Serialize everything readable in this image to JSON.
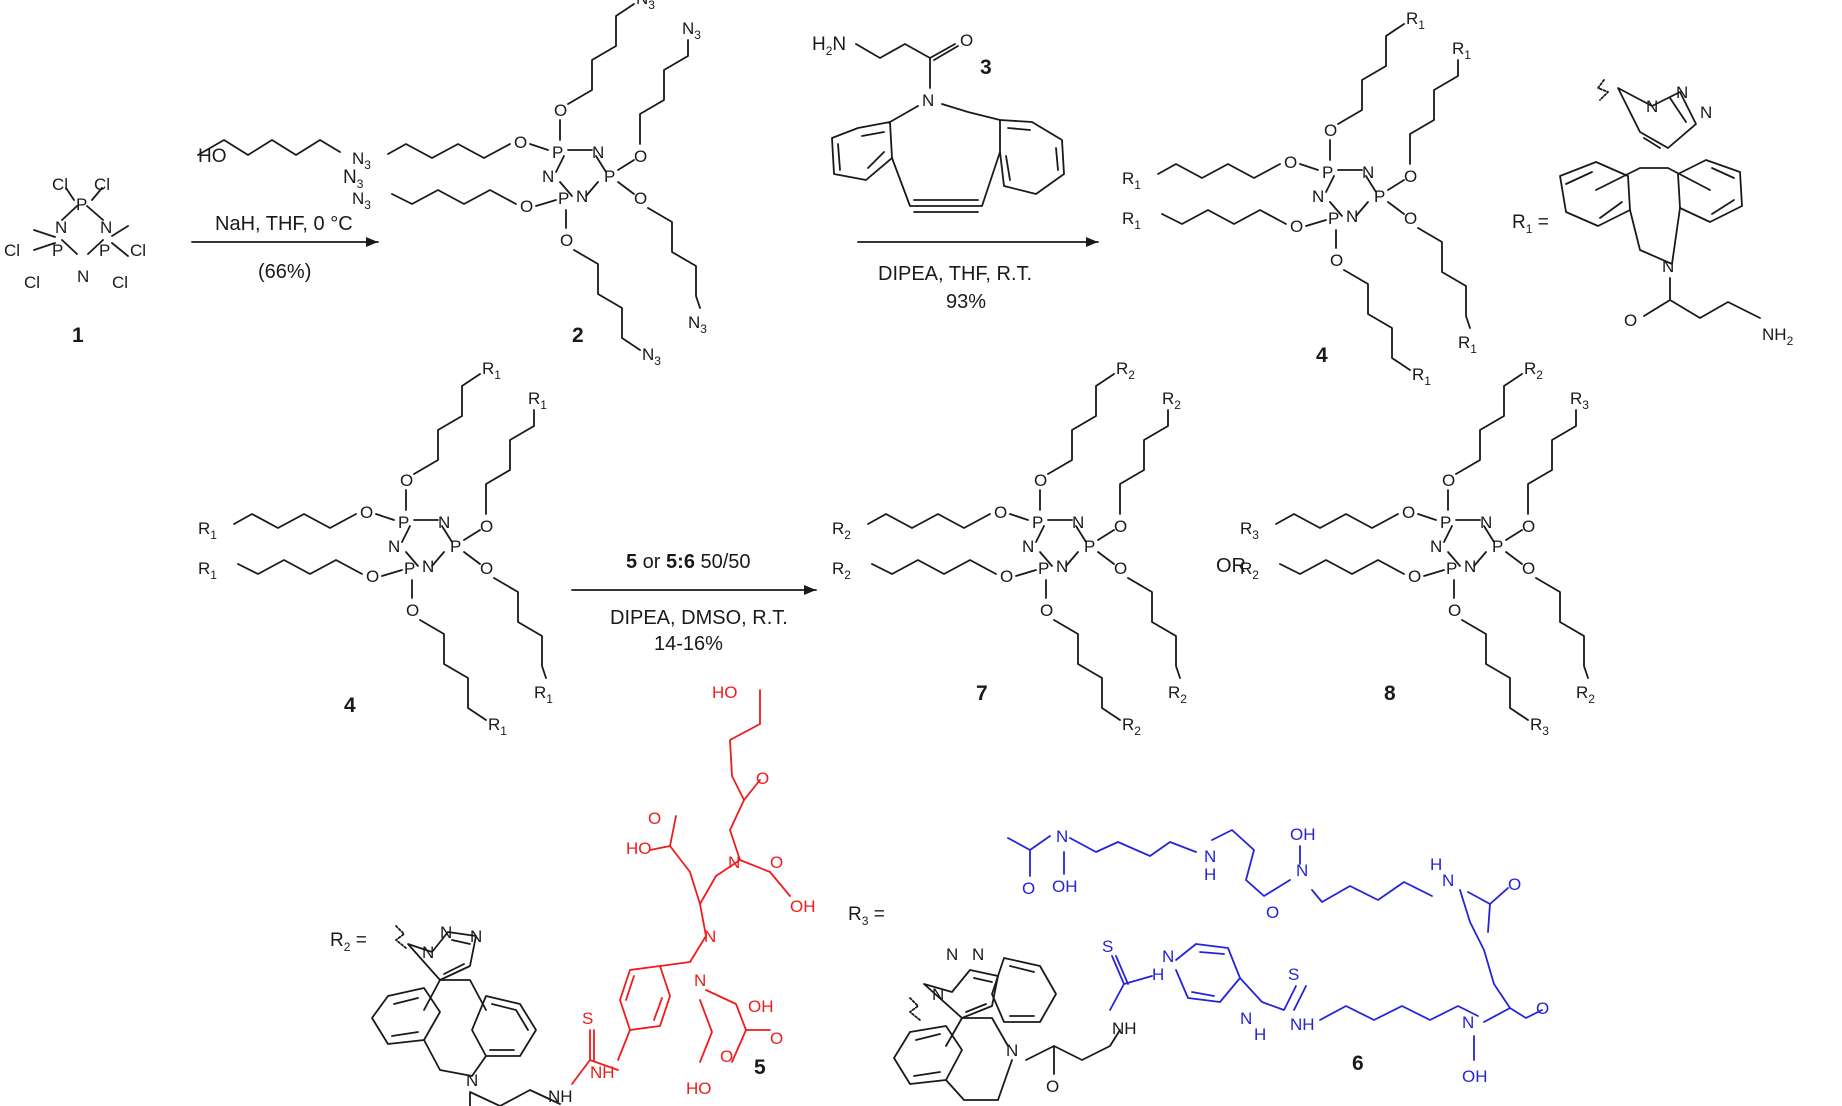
{
  "compounds": {
    "c1": "1",
    "c2": "2",
    "c3": "3",
    "c4": "4",
    "c4b": "4",
    "c5": "5",
    "c6": "6",
    "c7": "7",
    "c8": "8"
  },
  "step1": {
    "reagent": "HO",
    "azide": "N",
    "azide_sub": "3",
    "conditions": "NaH, THF, 0 °C",
    "yield": "(66%)"
  },
  "step2": {
    "conditions": "DIPEA, THF, R.T.",
    "yield": "93%"
  },
  "step3": {
    "reagent_bold_a": "5",
    "reagent_mid": " or ",
    "reagent_bold_b": "5:6",
    "reagent_ratio": " 50/50",
    "conditions": "DIPEA, DMSO, R.T.",
    "yield": "14-16%"
  },
  "or_text": "OR",
  "labels": {
    "r1_eq": "R",
    "r1_sub": "1",
    "r2_eq": "R",
    "r2_sub": "2",
    "r3_eq": "R",
    "r3_sub": "3",
    "equals": " ="
  },
  "atoms": {
    "Cl": "Cl",
    "P": "P",
    "N": "N",
    "O": "O",
    "OH": "OH",
    "HO": "HO",
    "NH": "NH",
    "H": "H",
    "S": "S",
    "N3": "N",
    "sub3": "3",
    "NH2": "NH",
    "sub2": "2",
    "H2N": "H",
    "H2N_rest": "N"
  }
}
